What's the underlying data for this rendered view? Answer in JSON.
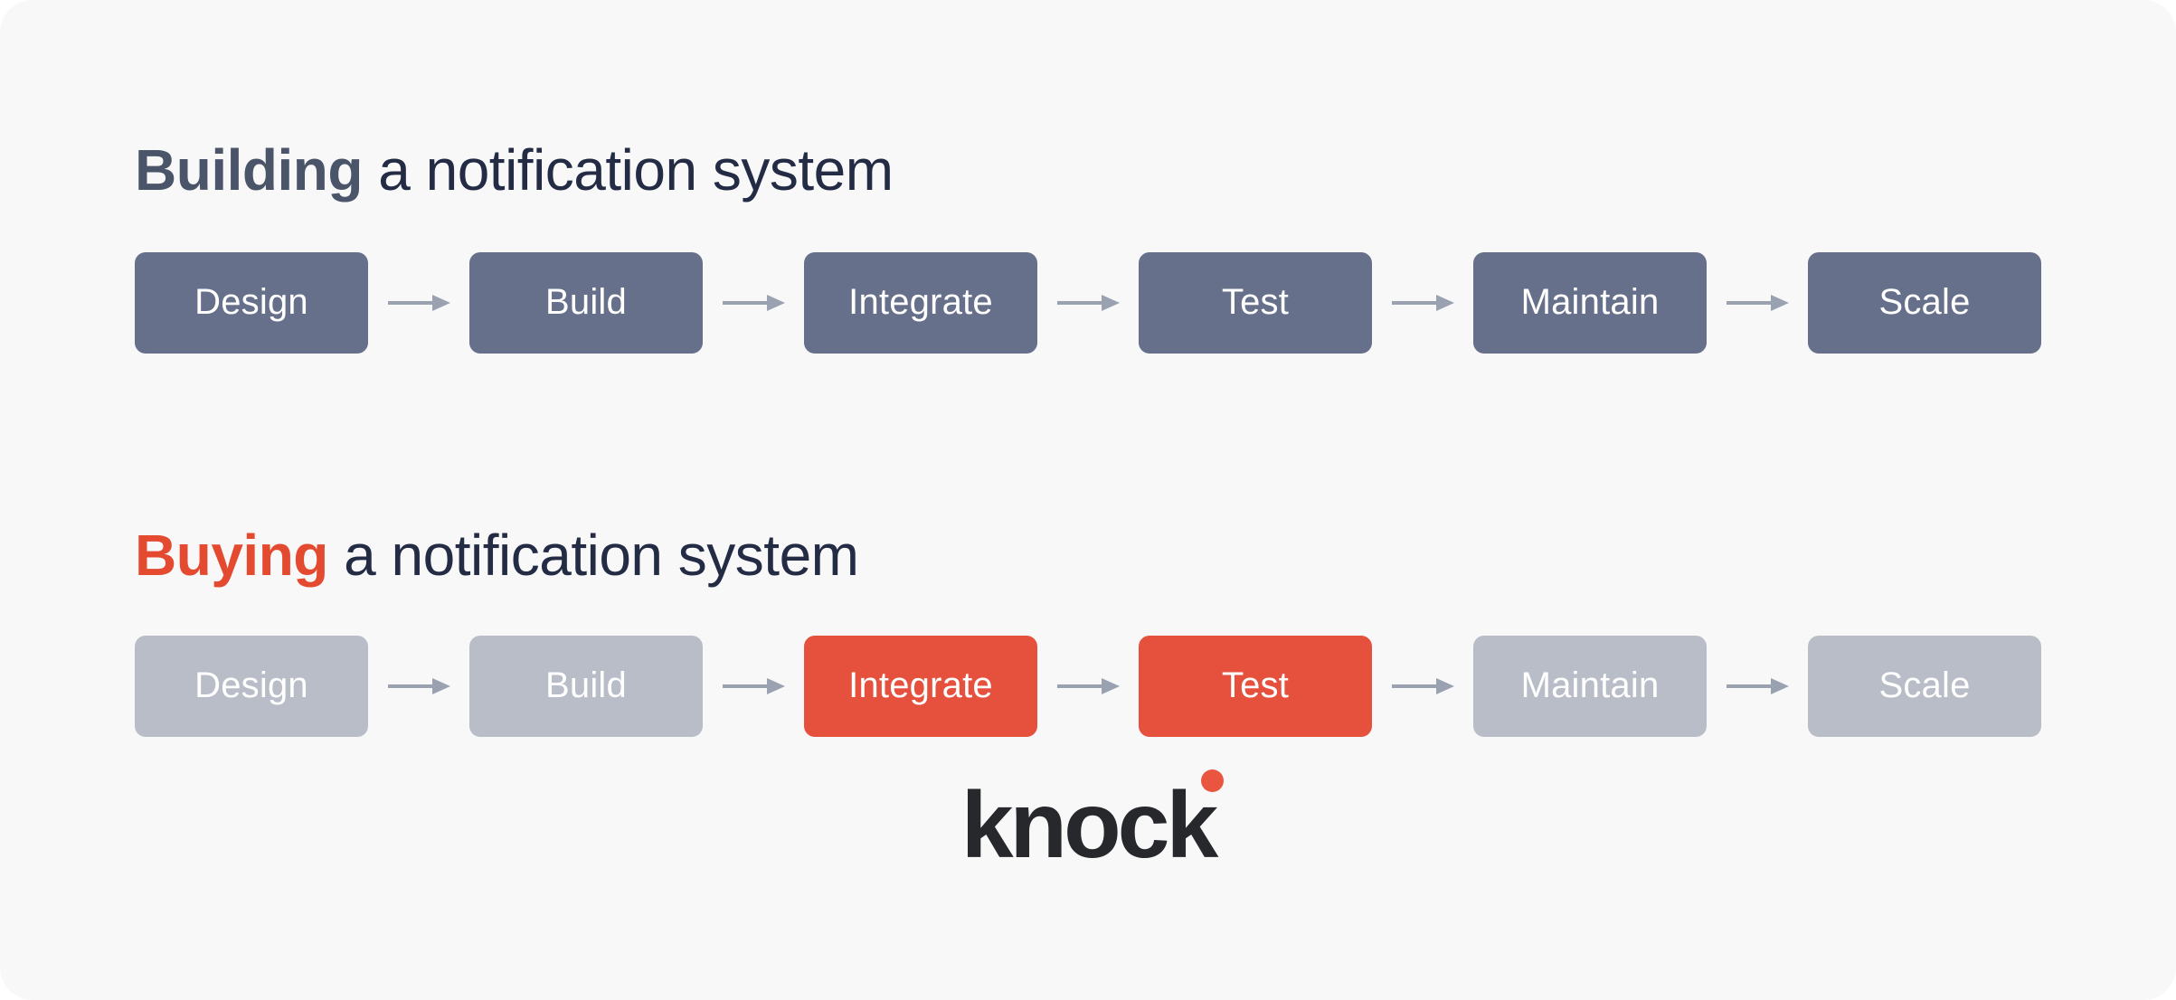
{
  "card": {
    "background": "#f8f8f9"
  },
  "sections": [
    {
      "title_highlight": "Building",
      "title_rest": " a notification system",
      "highlight_style": "slate",
      "steps": [
        {
          "label": "Design",
          "state": "built"
        },
        {
          "label": "Build",
          "state": "built"
        },
        {
          "label": "Integrate",
          "state": "built"
        },
        {
          "label": "Test",
          "state": "built"
        },
        {
          "label": "Maintain",
          "state": "built"
        },
        {
          "label": "Scale",
          "state": "built"
        }
      ]
    },
    {
      "title_highlight": "Buying",
      "title_rest": " a notification system",
      "highlight_style": "red",
      "steps": [
        {
          "label": "Design",
          "state": "skip"
        },
        {
          "label": "Build",
          "state": "skip"
        },
        {
          "label": "Integrate",
          "state": "focus"
        },
        {
          "label": "Test",
          "state": "focus"
        },
        {
          "label": "Maintain",
          "state": "skip"
        },
        {
          "label": "Scale",
          "state": "skip"
        }
      ]
    }
  ],
  "logo": {
    "text": "knock",
    "dot_color": "#ea5540"
  },
  "colors": {
    "page_background": "#ffffff",
    "canvas_background": "#f8f8f9",
    "step_built": "#67708a",
    "step_skipped": "#b8bdc7",
    "step_focus": "#e5513c",
    "step_text": "#ffffff",
    "arrow": "#9aa2b1",
    "title_text": "#232c44",
    "highlight_building": "#4b5569",
    "highlight_buying": "#e44a30",
    "logo_text": "#26282c",
    "logo_dot": "#ea5540"
  }
}
